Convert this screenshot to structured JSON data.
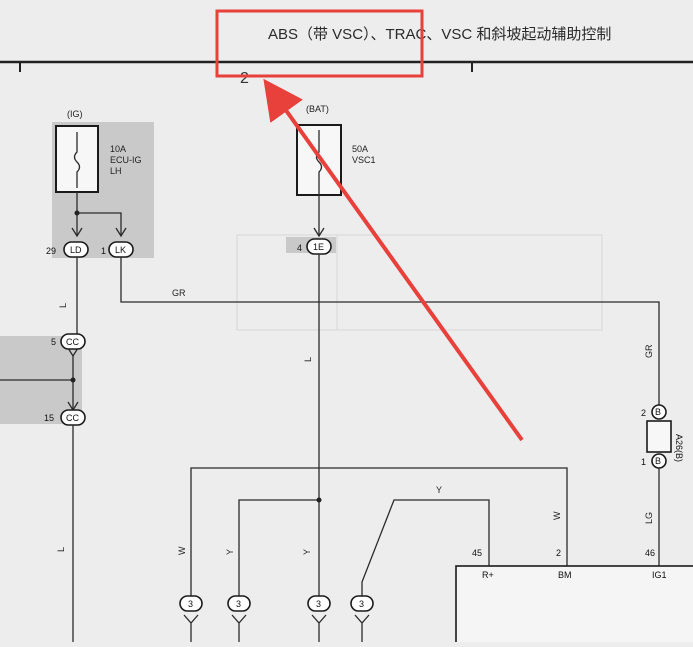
{
  "header": {
    "title": "ABS（带 VSC）、TRAC、VSC 和斜坡起动辅助控制",
    "section_number": "2"
  },
  "fuses": [
    {
      "id": "ig",
      "source": "(IG)",
      "rating": "10A",
      "name_line1": "ECU-IG",
      "name_line2": "LH"
    },
    {
      "id": "bat",
      "source": "(BAT)",
      "rating": "50A",
      "name_line1": "VSC1",
      "name_line2": ""
    }
  ],
  "connectors": {
    "ld": {
      "pin": "29",
      "code": "LD"
    },
    "lk": {
      "pin": "1",
      "code": "LK"
    },
    "ie": {
      "pin": "4",
      "code": "1E"
    },
    "cc_top": {
      "pin": "5",
      "code": "CC"
    },
    "cc_bottom": {
      "pin": "15",
      "code": "CC"
    },
    "a26_top": {
      "pin": "2",
      "code": "B"
    },
    "a26_bottom": {
      "pin": "1",
      "code": "B"
    },
    "a26_label": "A26(B)",
    "bottom": [
      "3",
      "3",
      "3",
      "3"
    ]
  },
  "wires": {
    "gr_horizontal": "GR",
    "gr_vertical": "GR",
    "l_left_top": "L",
    "l_left_bottom": "L",
    "l_center": "L",
    "y_top": "Y",
    "w_left": "W",
    "y_left": "Y",
    "y_center": "Y",
    "w_right": "W",
    "lg": "LG"
  },
  "ecu": {
    "pins": [
      {
        "num": "45",
        "name": "R+"
      },
      {
        "num": "2",
        "name": "BM"
      },
      {
        "num": "46",
        "name": "IG1"
      }
    ]
  },
  "annotation_color": "#e8413c"
}
